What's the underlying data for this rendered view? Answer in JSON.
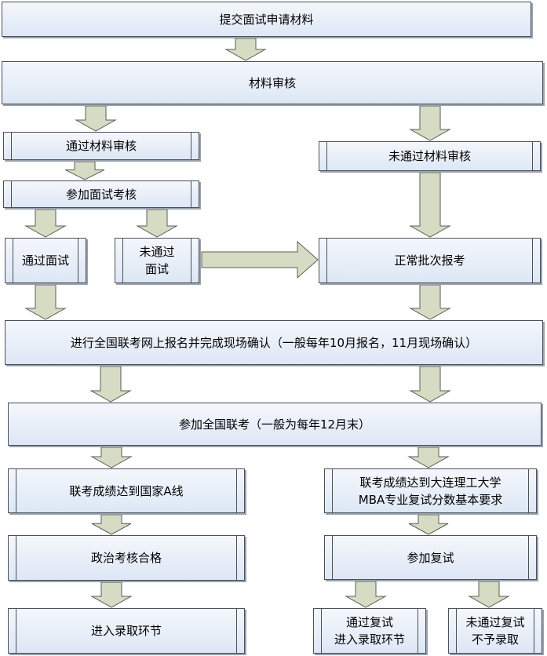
{
  "flowchart": {
    "submit": "提交面试申请材料",
    "review": "材料审核",
    "pass_review": "通过材料审核",
    "fail_review": "未通过材料审核",
    "attend_interview": "参加面试考核",
    "pass_interview": "通过面试",
    "fail_interview": "未通过\n面试",
    "normal_batch": "正常批次报考",
    "register_online": "进行全国联考网上报名并完成现场确认（一般每年10月报名，11月现场确认）",
    "take_exam": "参加全国联考（一般为每年12月末）",
    "score_line_a": "联考成绩达到国家A线",
    "score_dlut": "联考成绩达到大连理工大学\nMBA专业复试分数基本要求",
    "political_check": "政治考核合格",
    "attend_retest": "参加复试",
    "enter_admission_left": "进入录取环节",
    "pass_retest": "通过复试\n进入录取环节",
    "fail_retest": "未通过复试\n不予录取"
  },
  "colors": {
    "box_fill_top": "#f4f7fc",
    "box_fill_bottom": "#dde7f5",
    "box_border": "#4a5058",
    "arrow_fill": "#d6dcc4",
    "arrow_stroke": "#5a5e55"
  }
}
